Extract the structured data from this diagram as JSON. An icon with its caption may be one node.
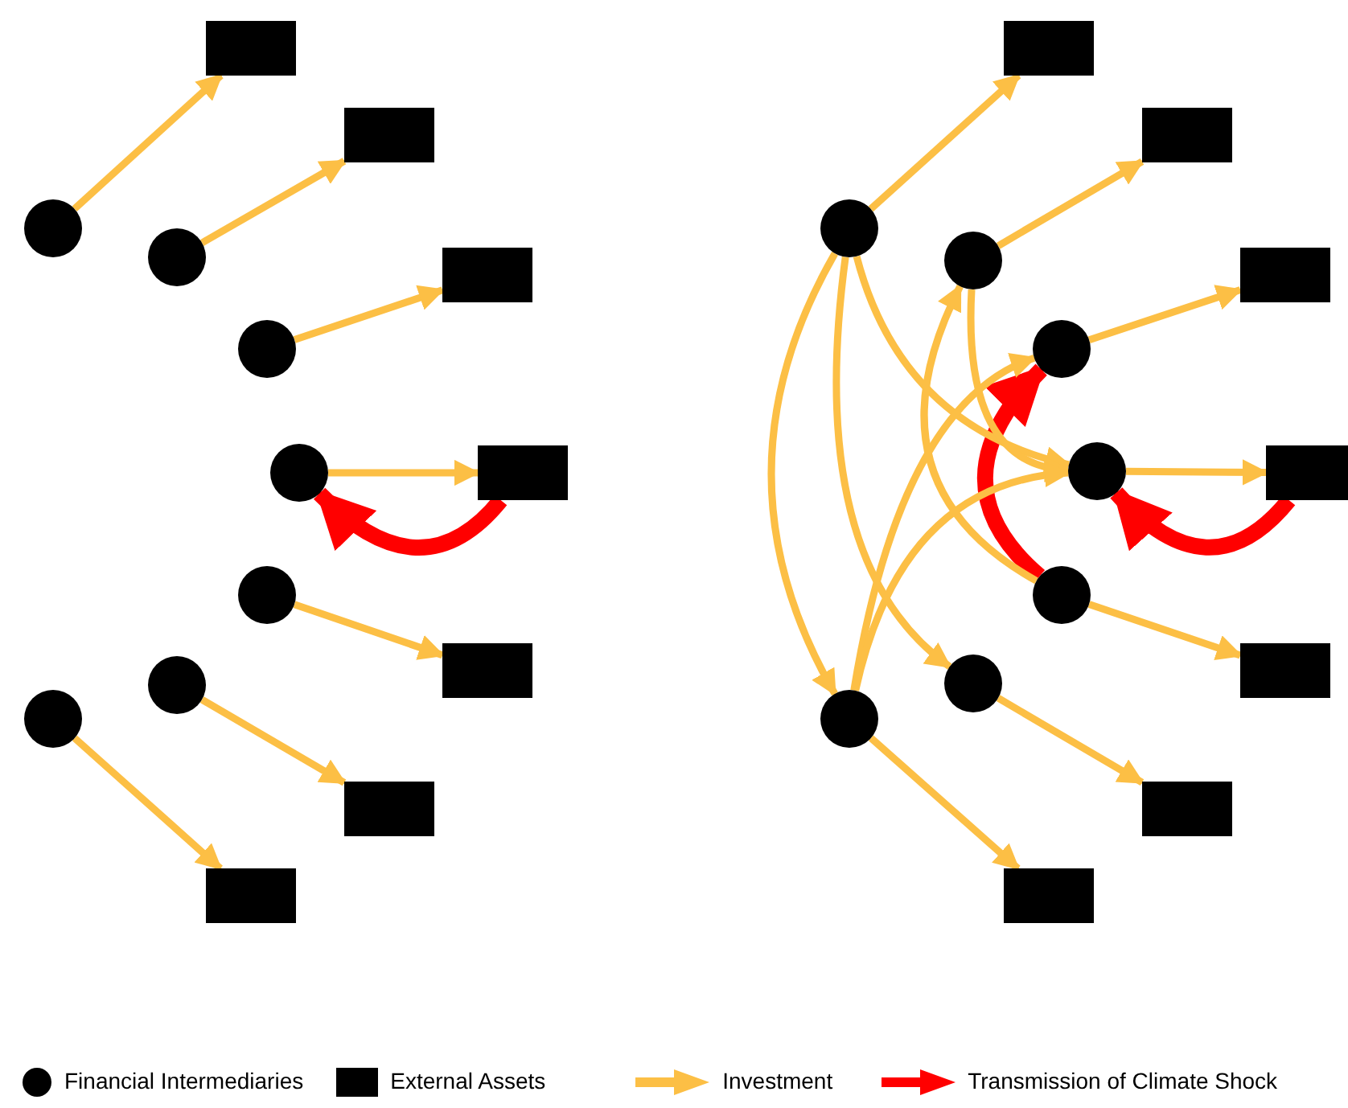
{
  "diagram": {
    "nodes": [
      {
        "text": [],
        "shape": "circle"
      },
      {
        "text": [],
        "shape": "circle"
      },
      {
        "text": [],
        "shape": "circle"
      },
      {
        "text": [],
        "shape": "circle"
      },
      {
        "text": [],
        "shape": "circle"
      },
      {
        "text": [],
        "shape": "circle"
      },
      {
        "text": [],
        "shape": "circle"
      },
      {
        "text": [],
        "shape": "box"
      },
      {
        "text": [],
        "shape": "box"
      },
      {
        "text": [],
        "shape": "box"
      },
      {
        "text": [],
        "shape": "box"
      },
      {
        "text": [],
        "shape": "box"
      },
      {
        "text": [],
        "shape": "box"
      },
      {
        "text": [],
        "shape": "box"
      },
      {
        "text": [],
        "shape": "circle"
      },
      {
        "text": [],
        "shape": "circle"
      },
      {
        "text": [],
        "shape": "circle"
      },
      {
        "text": [],
        "shape": "circle"
      },
      {
        "text": [],
        "shape": "circle"
      },
      {
        "text": [],
        "shape": "circle"
      },
      {
        "text": [],
        "shape": "circle"
      },
      {
        "text": [],
        "shape": "box"
      },
      {
        "text": [],
        "shape": "box"
      },
      {
        "text": [],
        "shape": "box"
      },
      {
        "text": [],
        "shape": "box"
      },
      {
        "text": [],
        "shape": "box"
      },
      {
        "text": [],
        "shape": "box"
      },
      {
        "text": [],
        "shape": "box"
      }
    ],
    "edges": [
      {
        "from": 0,
        "to": 7,
        "arrow": "to"
      },
      {
        "from": 1,
        "to": 8,
        "arrow": "to"
      },
      {
        "from": 2,
        "to": 9,
        "arrow": "to"
      },
      {
        "from": 3,
        "to": 10,
        "arrow": "to"
      },
      {
        "from": 4,
        "to": 11,
        "arrow": "to"
      },
      {
        "from": 5,
        "to": 12,
        "arrow": "to"
      },
      {
        "from": 6,
        "to": 13,
        "arrow": "to"
      },
      {
        "from": 10,
        "to": 3,
        "arrow": "to",
        "style": "thick",
        "color": "#ff0000"
      },
      {
        "from": 14,
        "to": 21,
        "arrow": "to"
      },
      {
        "from": 15,
        "to": 22,
        "arrow": "to"
      },
      {
        "from": 16,
        "to": 23,
        "arrow": "to"
      },
      {
        "from": 17,
        "to": 24,
        "arrow": "to"
      },
      {
        "from": 18,
        "to": 25,
        "arrow": "to"
      },
      {
        "from": 19,
        "to": 26,
        "arrow": "to"
      },
      {
        "from": 20,
        "to": 27,
        "arrow": "to"
      },
      {
        "from": 24,
        "to": 17,
        "arrow": "to",
        "style": "thick",
        "color": "#ff0000"
      },
      {
        "from": 18,
        "to": 16,
        "arrow": "to",
        "style": "thick",
        "color": "#ff0000"
      },
      {
        "from": 14,
        "to": 20,
        "arrow": "to"
      },
      {
        "from": 14,
        "to": 19,
        "arrow": "to"
      },
      {
        "from": 14,
        "to": 17,
        "arrow": "to"
      },
      {
        "from": 15,
        "to": 17,
        "arrow": "to"
      },
      {
        "from": 18,
        "to": 15,
        "arrow": "to"
      },
      {
        "from": 20,
        "to": 16,
        "arrow": "to"
      },
      {
        "from": 20,
        "to": 17,
        "arrow": "to"
      }
    ],
    "legend": [
      {
        "text": "Financial Intermediaries"
      },
      {
        "text": "External Assets"
      },
      {
        "text": "Investment"
      },
      {
        "text": "Transmission of Climate Shock"
      }
    ]
  }
}
